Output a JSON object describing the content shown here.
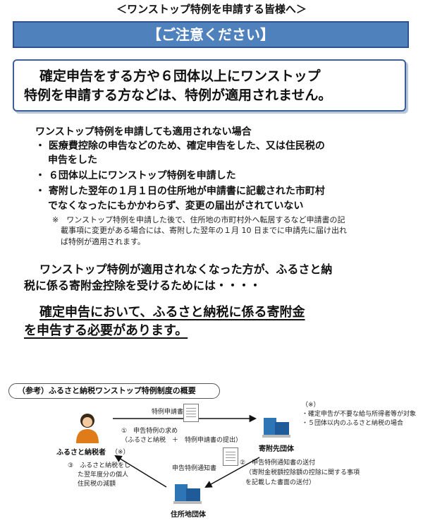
{
  "header": {
    "title": "＜ワンストップ特例を申請する皆様へ＞"
  },
  "banner": {
    "text": "【ご注意ください】"
  },
  "notice": {
    "line1": "確定申告をする方や６団体以上にワンストップ",
    "line2": "特例を申請する方などは、特例が適用されません。"
  },
  "conditions": {
    "heading": "ワンストップ特例を申請しても適用されない場合",
    "item1_line1": "・ 医療費控除の申告などのため、確定申告をした、又は住民税の",
    "item1_line2": "申告をした",
    "item2": "・ ６団体以上にワンストップ特例を申請した",
    "item3_line1": "・ 寄附した翌年の１月１日の住所地が申請書に記載された市町村",
    "item3_line2": "でなくなったにもかかわらず、変更の届出がされていない",
    "note_line1": "※　ワンストップ特例を申請した後で、住所地の市町村外へ転居するなど申請書の記",
    "note_line2": "載事項に変更がある場合には、寄附した翌年の１月 10 日までに申請先に届け出れ",
    "note_line3": "ば特例が適用されます。"
  },
  "para1": {
    "line1": "ワンストップ特例が適用されなくなった方が、ふるさと納",
    "line2": "税に係る寄附金控除を受けるためには・・・・"
  },
  "para2": {
    "line1": "確定申告において、ふるさと納税に係る寄附金",
    "line2": "を申告する必要があります。"
  },
  "diagram": {
    "title": "（参考）ふるさと納税ワンストップ特例制度の概要",
    "doc1_label": "特例申請書",
    "step1_line1": "①　申告特例の求め",
    "step1_line2": "（ふるさと納税　＋　特例申請書の提出）",
    "donor_label": "ふるさと納税者",
    "donor_note": "（※）",
    "recipient_label": "寄附先団体",
    "note_mark": "（※）",
    "note1": "・確定申告が不要な給与所得者等が対象",
    "note2": "・５団体以内のふるさと納税の場合",
    "doc2_label": "申告特例通知書",
    "step2_line1": "②　申告特例通知書の送付",
    "step2_line2": "（寄附金税額控除額の控除に関する事項",
    "step2_line3": "を記載した書面の送付）",
    "step3_line1": "③　ふるさと納税をし",
    "step3_line2": "た翌年度分の個人",
    "step3_line3": "住民税の減額",
    "residence_label": "住所地団体"
  },
  "colors": {
    "banner": "#4f81bd",
    "box_border": "#3c5f99",
    "building": "#2e75b6"
  }
}
